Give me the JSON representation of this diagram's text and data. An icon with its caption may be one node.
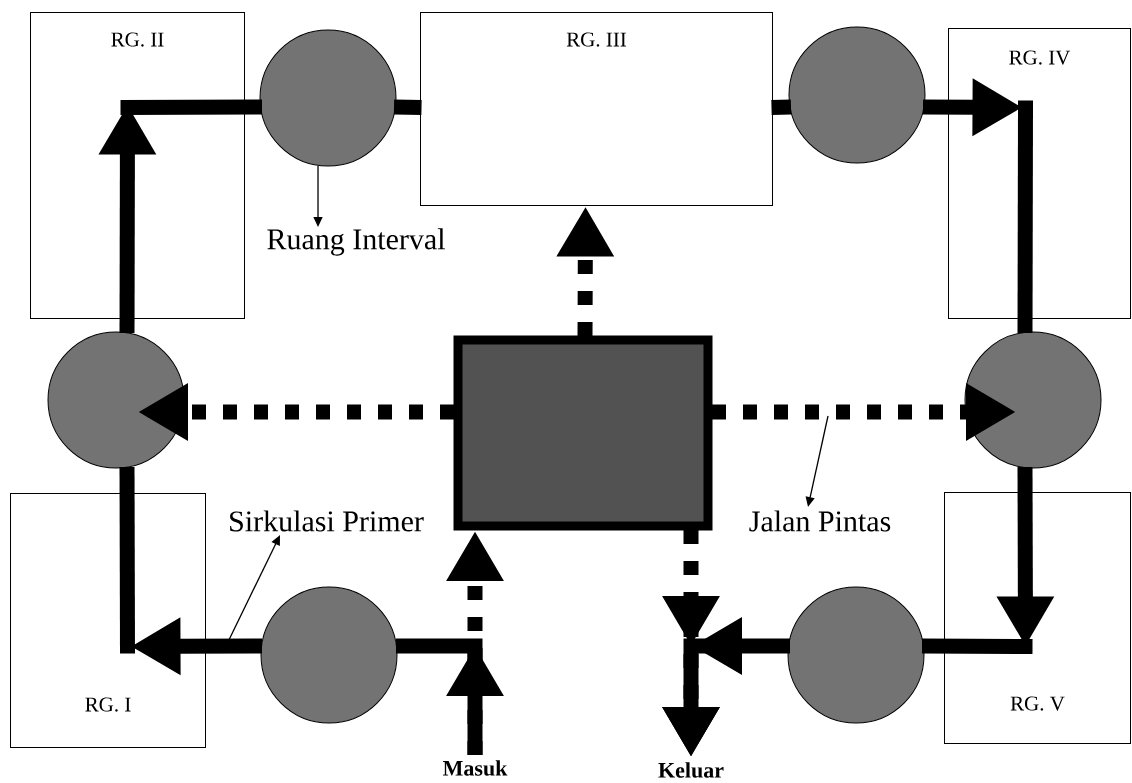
{
  "diagram": {
    "nodes": [
      {
        "text": [
          "RG. II"
        ]
      },
      {
        "text": [],
        "shape": "circle"
      },
      {
        "text": [
          "RG. III"
        ]
      },
      {
        "text": [],
        "shape": "circle"
      },
      {
        "text": [
          "RG. IV"
        ]
      },
      {
        "text": [
          "Ruang Interval"
        ]
      },
      {
        "text": [],
        "shape": "circle"
      },
      {
        "text": [],
        "shape": "box"
      },
      {
        "text": [],
        "shape": "circle"
      },
      {
        "text": [
          "RG. I"
        ]
      },
      {
        "text": [
          "Sirkulasi Primer"
        ]
      },
      {
        "text": [
          "Jalan Pintas"
        ]
      },
      {
        "text": [],
        "shape": "circle"
      },
      {
        "text": [],
        "shape": "circle"
      },
      {
        "text": [
          "RG. V"
        ]
      },
      {
        "text": [
          "Masuk"
        ]
      },
      {
        "text": [
          "Keluar"
        ]
      }
    ],
    "edges": [
      {
        "from": 15,
        "to": 12,
        "arrow": "to"
      },
      {
        "from": 12,
        "to": 9,
        "arrow": "to"
      },
      {
        "from": 9,
        "to": 6,
        "arrow": "none"
      },
      {
        "from": 6,
        "to": 0,
        "arrow": "to"
      },
      {
        "from": 0,
        "to": 1,
        "arrow": "none"
      },
      {
        "from": 1,
        "to": 2,
        "arrow": "none"
      },
      {
        "from": 2,
        "to": 3,
        "arrow": "none"
      },
      {
        "from": 3,
        "to": 4,
        "arrow": "to"
      },
      {
        "from": 4,
        "to": 8,
        "arrow": "none"
      },
      {
        "from": 8,
        "to": 14,
        "arrow": "to"
      },
      {
        "from": 14,
        "to": 13,
        "arrow": "none"
      },
      {
        "from": 13,
        "to": 16,
        "arrow": "to"
      },
      {
        "from": 15,
        "to": 7,
        "arrow": "to",
        "style": "dashed"
      },
      {
        "from": 7,
        "to": 2,
        "arrow": "to",
        "style": "dashed"
      },
      {
        "from": 7,
        "to": 6,
        "arrow": "to",
        "style": "dashed"
      },
      {
        "from": 7,
        "to": 8,
        "arrow": "to",
        "style": "dashed"
      },
      {
        "from": 7,
        "to": 16,
        "arrow": "to",
        "style": "dashed"
      },
      {
        "from": 1,
        "to": 5,
        "arrow": "to"
      },
      {
        "from": null,
        "to": 10,
        "arrow": "to"
      },
      {
        "from": null,
        "to": 11,
        "arrow": "to"
      }
    ]
  }
}
